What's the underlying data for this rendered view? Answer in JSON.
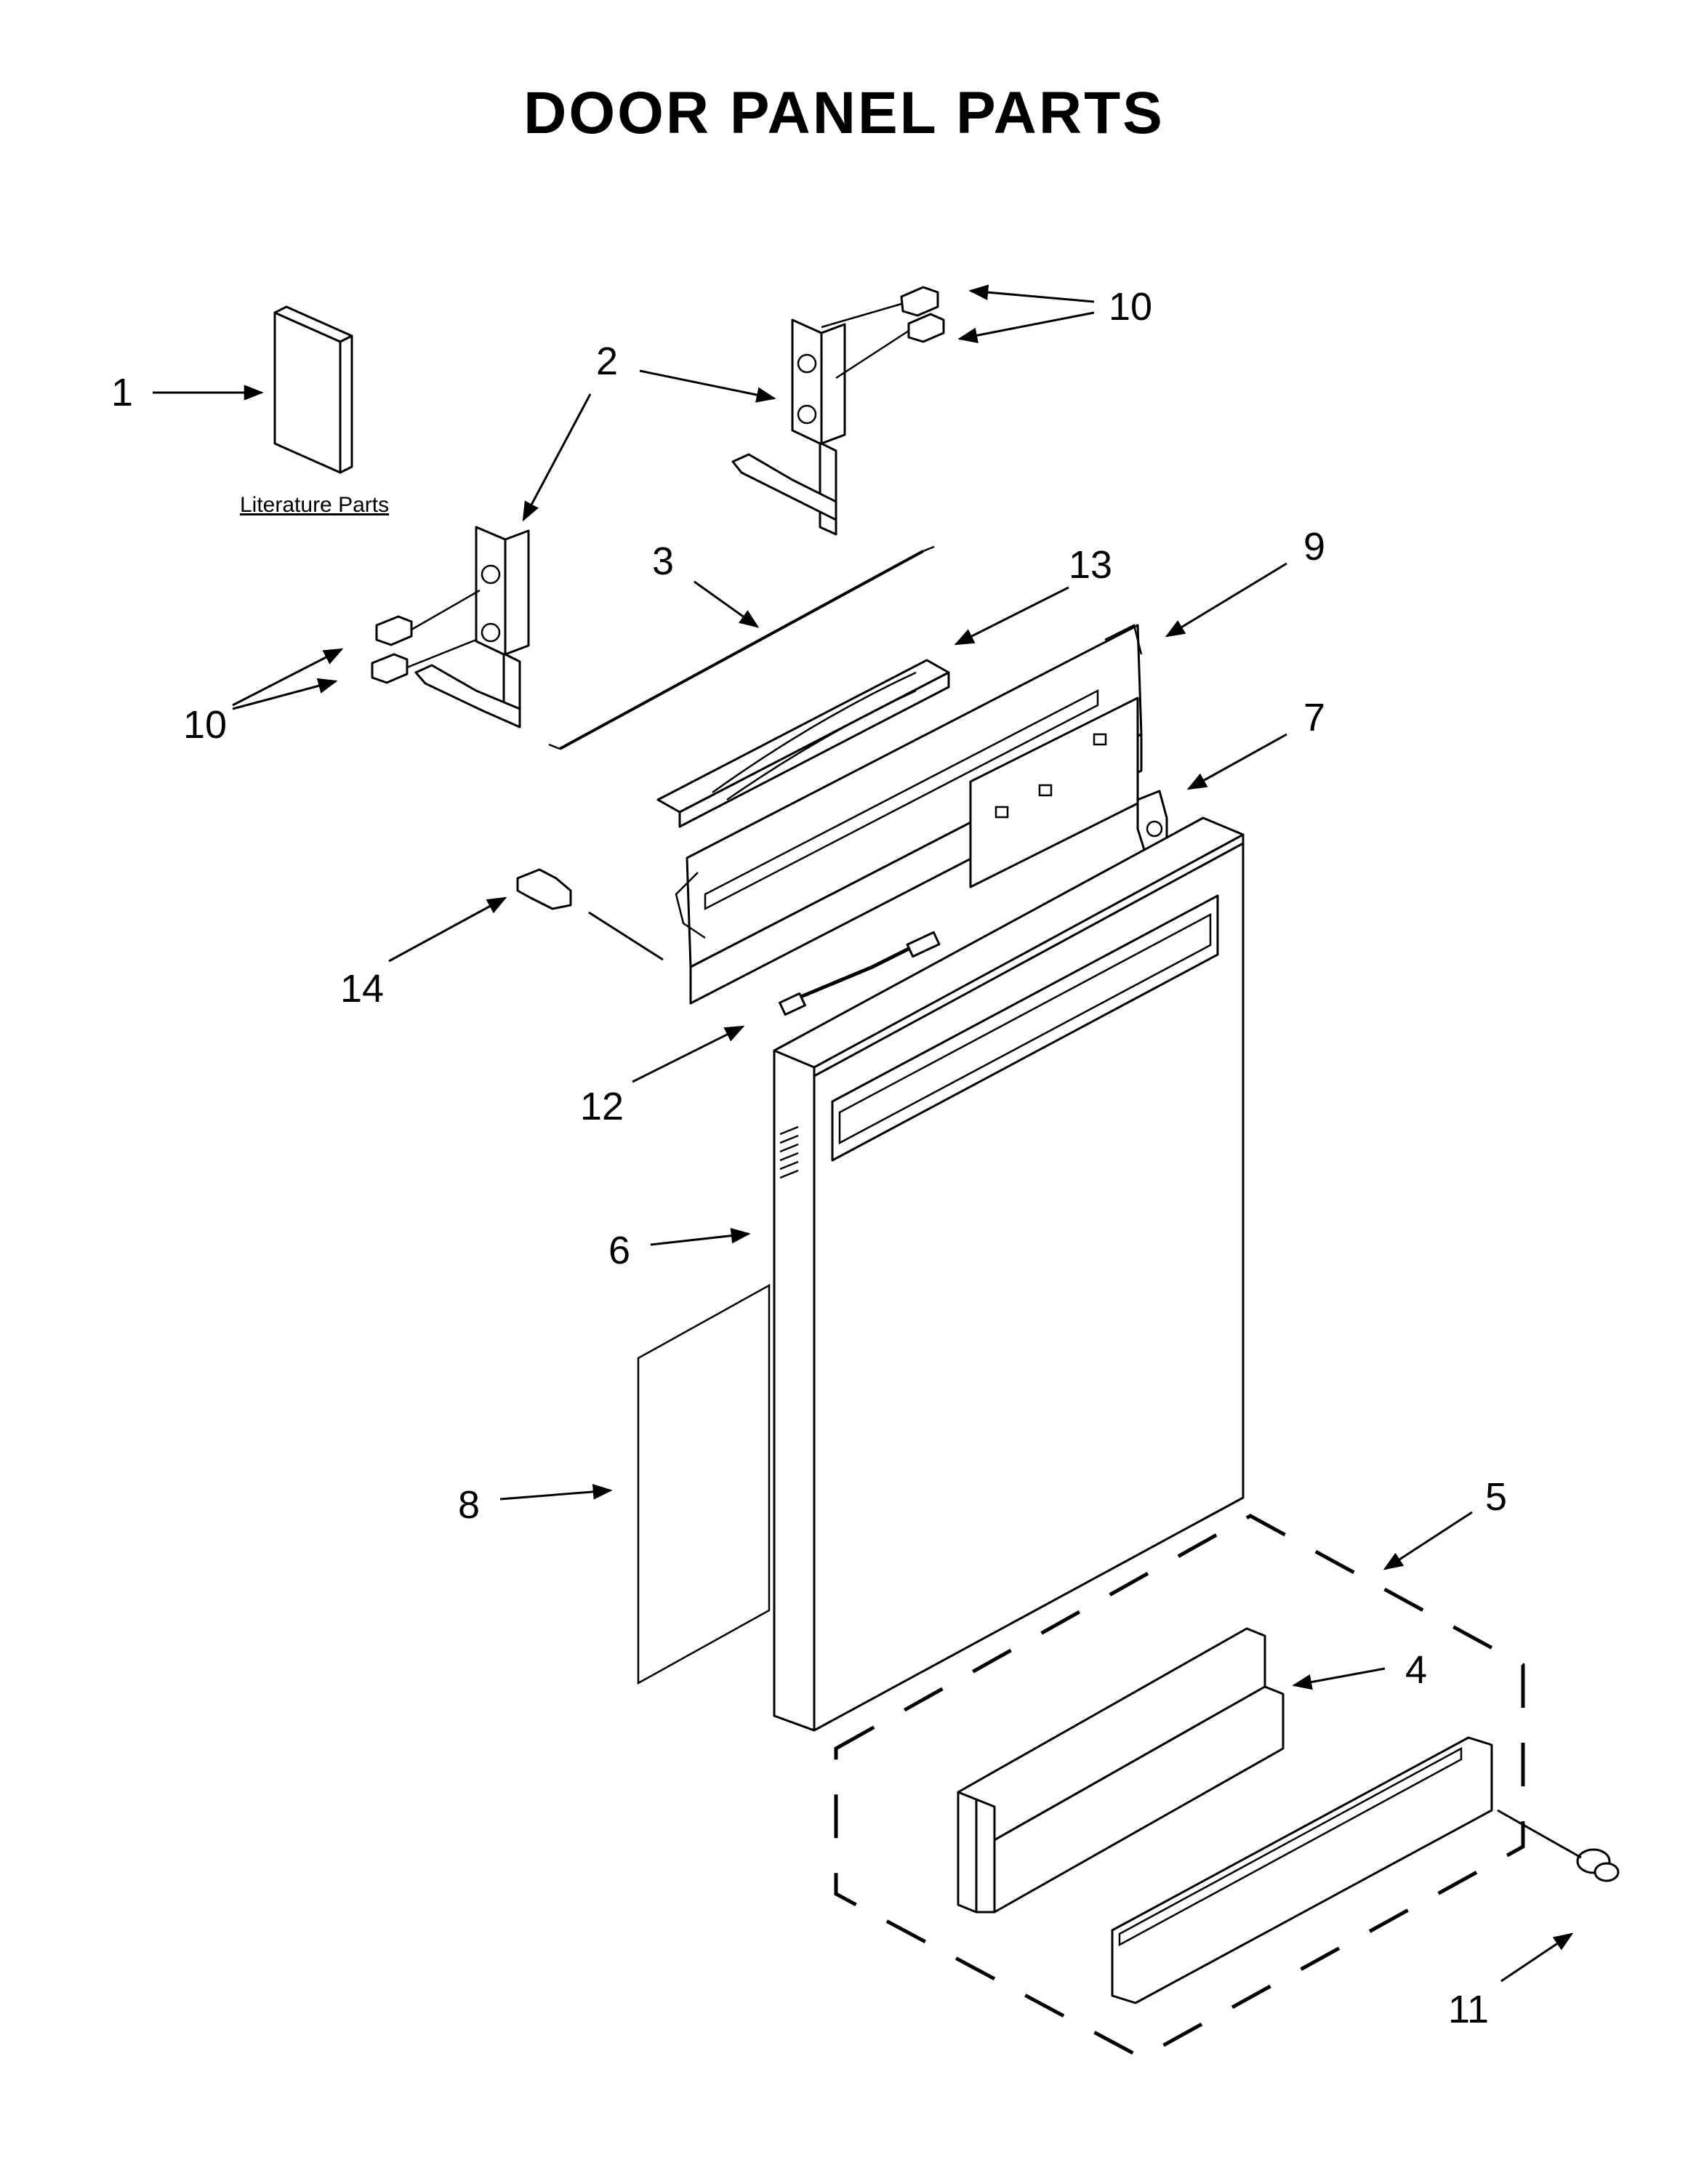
{
  "title": "DOOR PANEL PARTS",
  "literature_label": "Literature Parts",
  "callouts": {
    "c1": "1",
    "c2": "2",
    "c3": "3",
    "c4": "4",
    "c5": "5",
    "c6": "6",
    "c7": "7",
    "c8": "8",
    "c9": "9",
    "c10_top": "10",
    "c10_left": "10",
    "c11": "11",
    "c12": "12",
    "c13": "13",
    "c14": "14"
  }
}
